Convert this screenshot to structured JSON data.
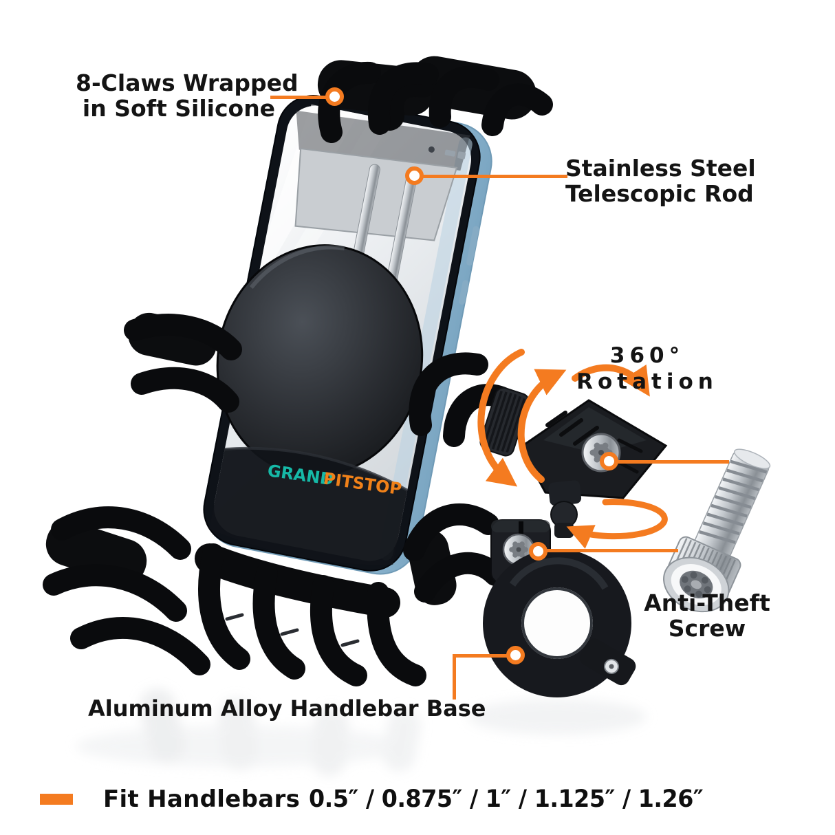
{
  "page": {
    "background": "#ffffff"
  },
  "accent": {
    "orange": "#F47B20",
    "text_dark": "#141414"
  },
  "product": {
    "logo": {
      "grand": "GRAND",
      "pitstop": "PITSTOP",
      "grand_color": "#16B9A7",
      "pitstop_color": "#F08119"
    }
  },
  "callouts": {
    "claws": {
      "line1": "8-Claws Wrapped",
      "line2": "in Soft Silicone"
    },
    "rod": {
      "line1": "Stainless Steel",
      "line2": "Telescopic Rod"
    },
    "rotation": {
      "line1": "360°",
      "line2": "Rotation"
    },
    "antitheft": {
      "line1": "Anti-Theft",
      "line2": "Screw"
    },
    "base": {
      "line1": "Aluminum Alloy Handlebar Base"
    }
  },
  "footer": {
    "label": "Fit Handlebars",
    "sizes": "0.5″ / 0.875″ / 1″ / 1.125″ / 1.26″"
  }
}
